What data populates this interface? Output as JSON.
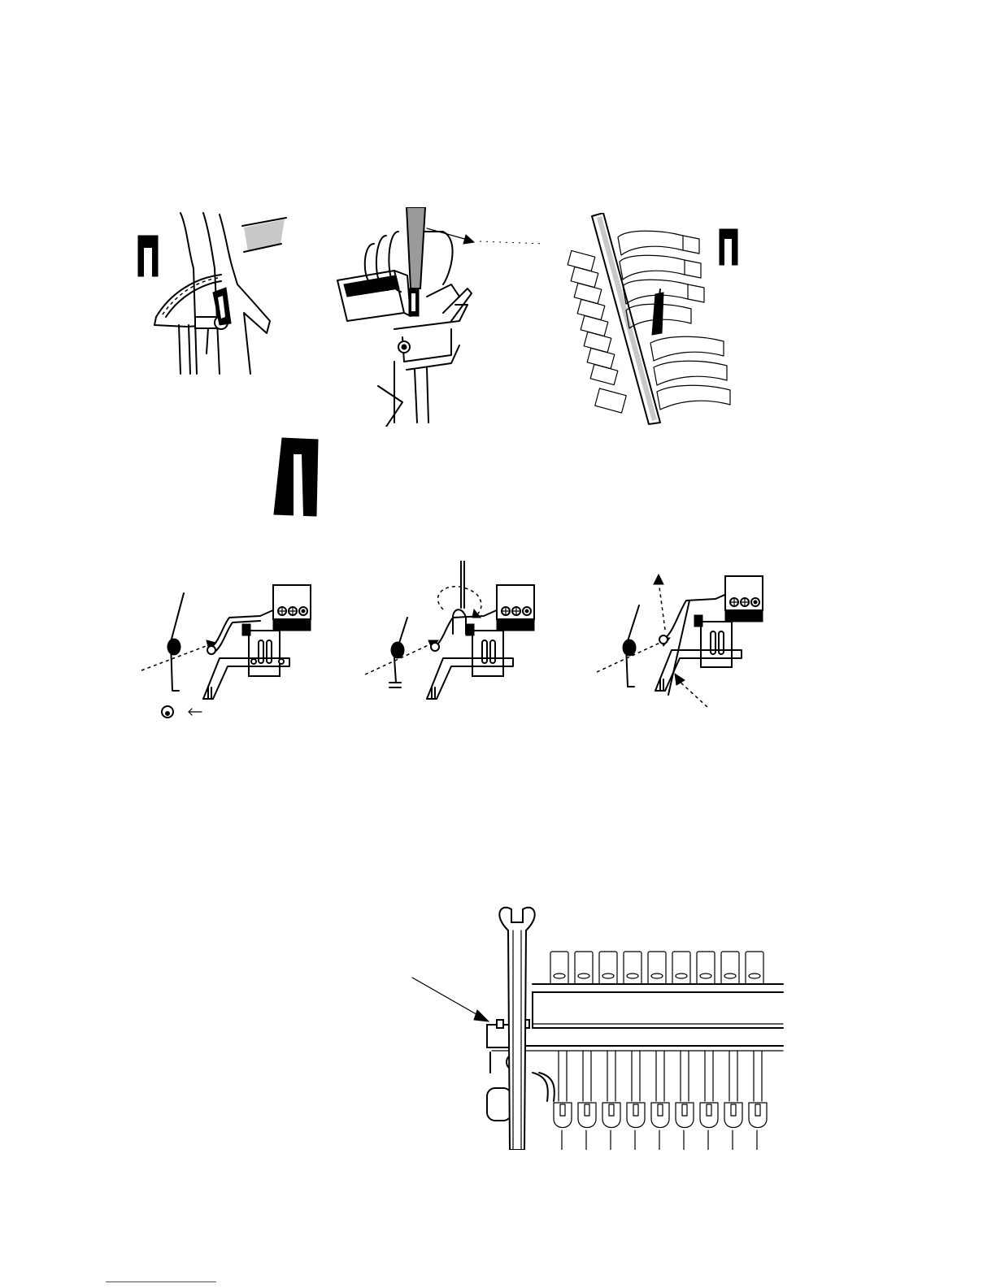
{
  "page": {
    "background": "#ffffff",
    "ink": "#000000",
    "footer_rule_color": "#2a4fd6"
  },
  "figures": [
    {
      "name": "damper-lever-shim",
      "icons": [
        "shim-icon"
      ]
    },
    {
      "name": "screwdriver-adjust",
      "icons": [
        "screwdriver-icon"
      ]
    },
    {
      "name": "hammer-shanks-shim",
      "icons": [
        "shim-icon"
      ]
    },
    {
      "name": "large-shim",
      "icons": [
        "large-shim-icon"
      ]
    },
    {
      "name": "spring-step-1",
      "icons": [
        "e-clip-icon"
      ]
    },
    {
      "name": "spring-step-2",
      "icons": [
        "hook-tool-icon"
      ]
    },
    {
      "name": "spring-step-3",
      "icons": [
        "spring-icon"
      ]
    },
    {
      "name": "wrench-on-rail",
      "icons": [
        "wrench-icon"
      ]
    }
  ]
}
